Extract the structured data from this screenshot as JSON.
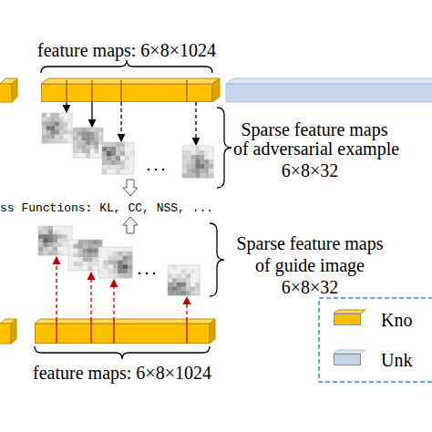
{
  "diagram": {
    "nodes": [
      {
        "text": [
          "feature maps: 6×8×1024"
        ]
      },
      {
        "text": [
          "feature maps: 6×8×1024"
        ]
      }
    ],
    "labels": [
      "Sparse feature maps",
      "of adversarial example",
      "6×8×32",
      "ss Functions: KL, CC, NSS, ...",
      "Sparse feature maps",
      "of guide image",
      "6×8×32"
    ],
    "legend": [
      {
        "text": "Kno",
        "color": "#ffc000"
      },
      {
        "text": "Unk",
        "color": "#c6d4ec"
      }
    ]
  }
}
